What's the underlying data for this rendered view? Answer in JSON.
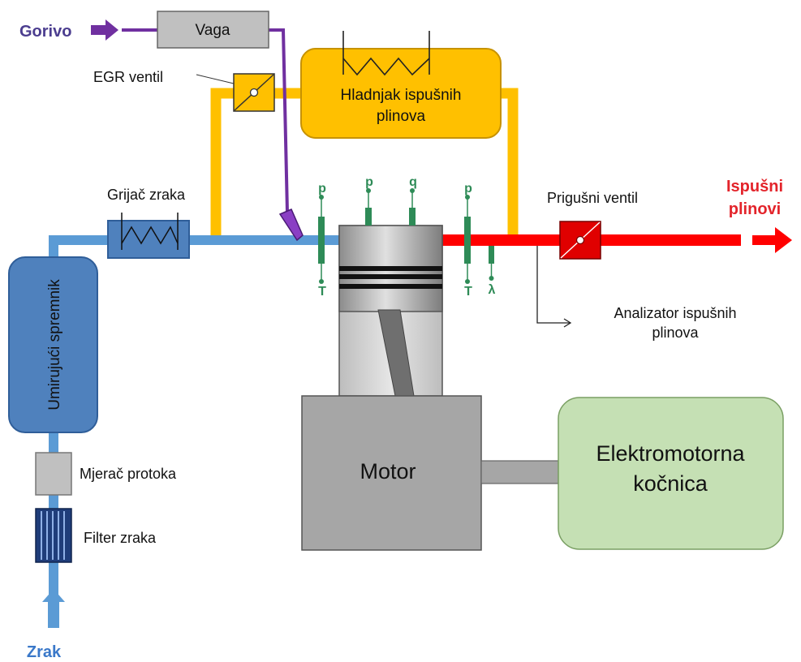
{
  "labels": {
    "fuel_in": "Gorivo",
    "scale": "Vaga",
    "egr_valve": "EGR ventil",
    "exhaust_cooler_line1": "Hladnjak ispušnih",
    "exhaust_cooler_line2": "plinova",
    "air_heater": "Grijač zraka",
    "settling_tank": "Umirujući spremnik",
    "flow_meter": "Mjerač protoka",
    "air_filter": "Filter zraka",
    "air_in": "Zrak",
    "throttle_valve": "Prigušni ventil",
    "exhaust_out_line1": "Ispušni",
    "exhaust_out_line2": "plinovi",
    "analyzer_line1": "Analizator ispušnih",
    "analyzer_line2": "plinova",
    "engine": "Motor",
    "dyno_line1": "Elektromotorna",
    "dyno_line2": "kočnica"
  },
  "sensors": {
    "intake_p": "p",
    "intake_T": "T",
    "cyl_p": "p",
    "cyl_q": "q",
    "exh_p": "p",
    "exh_T": "T",
    "exh_lambda": "λ"
  },
  "colors": {
    "fuel": "#7030a0",
    "air": "#5b9bd5",
    "egr": "#ffc000",
    "exhaust": "#ff0000",
    "sensor": "#2e8b57",
    "engine_block": "#a6a6a6",
    "dyno": "#c5e0b4"
  }
}
